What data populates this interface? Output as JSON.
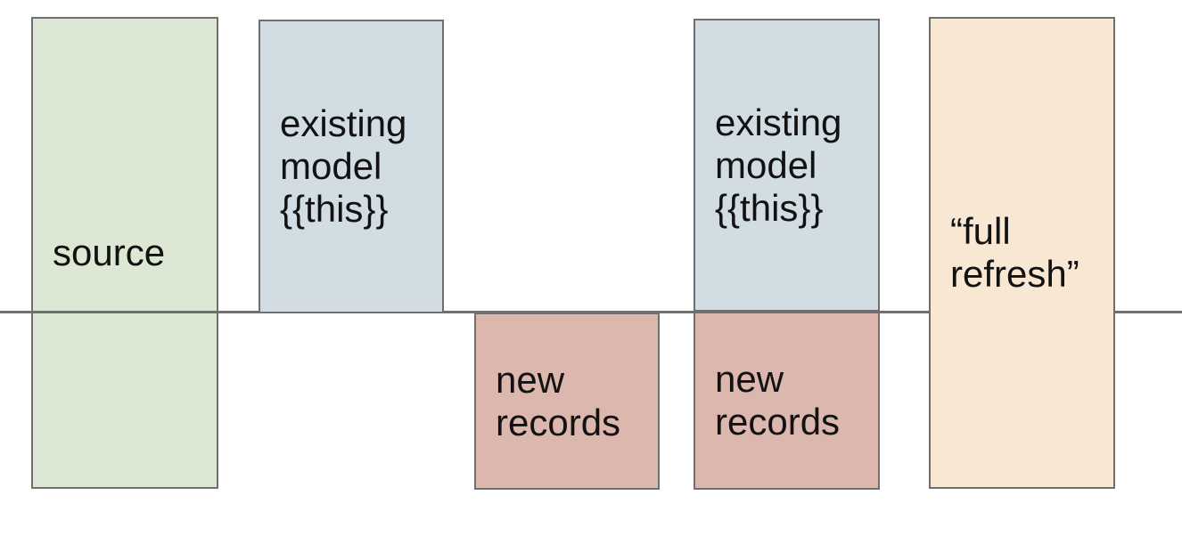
{
  "diagram": {
    "background": "#ffffff",
    "border_color": "#6f6f6f",
    "text_color": "#121212",
    "divider_line": {
      "color": "#6f6f6f"
    },
    "boxes": {
      "source": {
        "label": "source",
        "fill": "#dce8d4"
      },
      "existing_model_1": {
        "label": "existing\nmodel\n{{this}}",
        "fill": "#d1dde2"
      },
      "new_records_1": {
        "label": "new\nrecords",
        "fill": "#dcb7ae"
      },
      "existing_model_2": {
        "label": "existing\nmodel\n{{this}}",
        "fill": "#d1dde2"
      },
      "new_records_2": {
        "label": "new\nrecords",
        "fill": "#dcb7ae"
      },
      "full_refresh": {
        "label": "“full\nrefresh”",
        "fill": "#f8e7d2"
      }
    }
  }
}
